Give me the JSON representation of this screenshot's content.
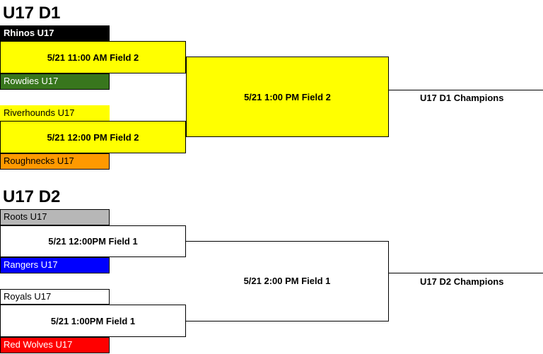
{
  "d1": {
    "title": "U17 D1",
    "teams": [
      {
        "name": "Rhinos U17",
        "color": "#000000",
        "text_color": "#ffffff"
      },
      {
        "name": "Rowdies U17",
        "color": "#38761d",
        "text_color": "#ffffff"
      },
      {
        "name": "Riverhounds U17",
        "color": "#ffff00",
        "text_color": "#000000"
      },
      {
        "name": "Roughnecks U17",
        "color": "#ff9900",
        "text_color": "#000000"
      }
    ],
    "games": [
      "5/21 11:00 AM Field 2",
      "5/21 12:00 PM Field 2"
    ],
    "final": "5/21 1:00 PM Field 2",
    "champion": "U17 D1 Champions",
    "game_color": "#ffff00"
  },
  "d2": {
    "title": "U17 D2",
    "teams": [
      {
        "name": "Roots U17",
        "color": "#b7b7b7",
        "text_color": "#000000"
      },
      {
        "name": "Rangers U17",
        "color": "#0000ff",
        "text_color": "#ffffff"
      },
      {
        "name": "Royals U17",
        "color": "#ffffff",
        "text_color": "#000000"
      },
      {
        "name": "Red Wolves U17",
        "color": "#ff0000",
        "text_color": "#ffffff"
      }
    ],
    "games": [
      "5/21 12:00PM Field 1",
      "5/21 1:00PM Field 1"
    ],
    "final": "5/21 2:00 PM Field 1",
    "champion": "U17 D2 Champions",
    "game_color": "#ffffff"
  }
}
